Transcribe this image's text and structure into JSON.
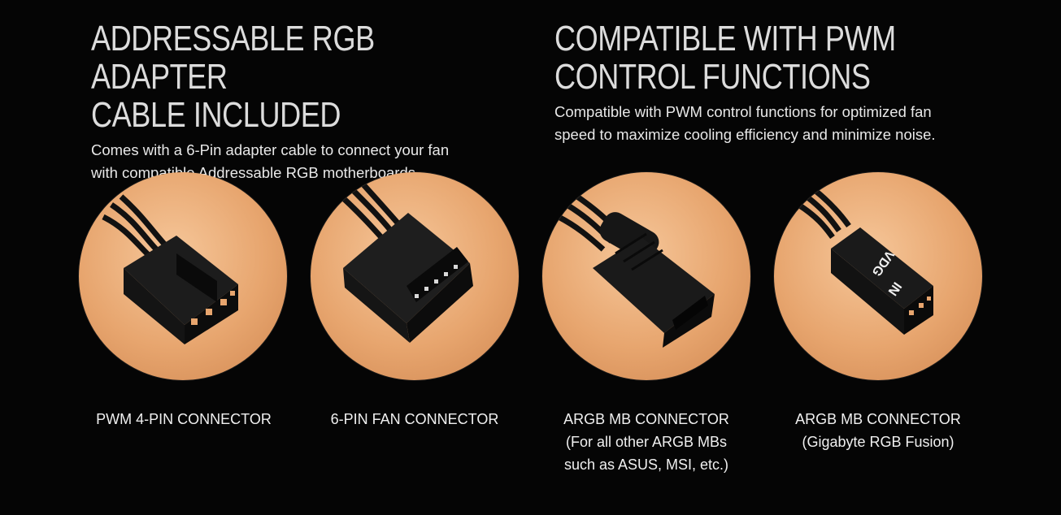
{
  "features": [
    {
      "title_line1": "ADDRESSABLE RGB ADAPTER",
      "title_line2": "CABLE INCLUDED",
      "desc_line1": "Comes with a 6-Pin adapter cable to connect your fan",
      "desc_line2": "with compatible Addressable RGB motherboards."
    },
    {
      "title_line1": "COMPATIBLE WITH PWM",
      "title_line2": "CONTROL FUNCTIONS",
      "desc_line1": "Compatible with PWM control functions for optimized fan",
      "desc_line2": "speed to maximize cooling efficiency and minimize noise."
    }
  ],
  "connectors": [
    {
      "image": "pwm-4-pin-connector-photo",
      "caption_lines": [
        "PWM 4-PIN CONNECTOR"
      ]
    },
    {
      "image": "6-pin-fan-connector-photo",
      "caption_lines": [
        "6-PIN FAN CONNECTOR"
      ]
    },
    {
      "image": "argb-mb-connector-photo",
      "caption_lines": [
        "ARGB MB CONNECTOR",
        "(For all other ARGB MBs",
        "such as ASUS, MSI, etc.)"
      ]
    },
    {
      "image": "argb-gigabyte-connector-photo",
      "caption_lines": [
        "ARGB MB CONNECTOR",
        "(Gigabyte RGB Fusion)"
      ],
      "label_text": "VDG",
      "label_text_2": "IN"
    }
  ],
  "colors": {
    "background": "#050505",
    "wood": "#e7a56e",
    "connector": "#1c1c1c"
  }
}
